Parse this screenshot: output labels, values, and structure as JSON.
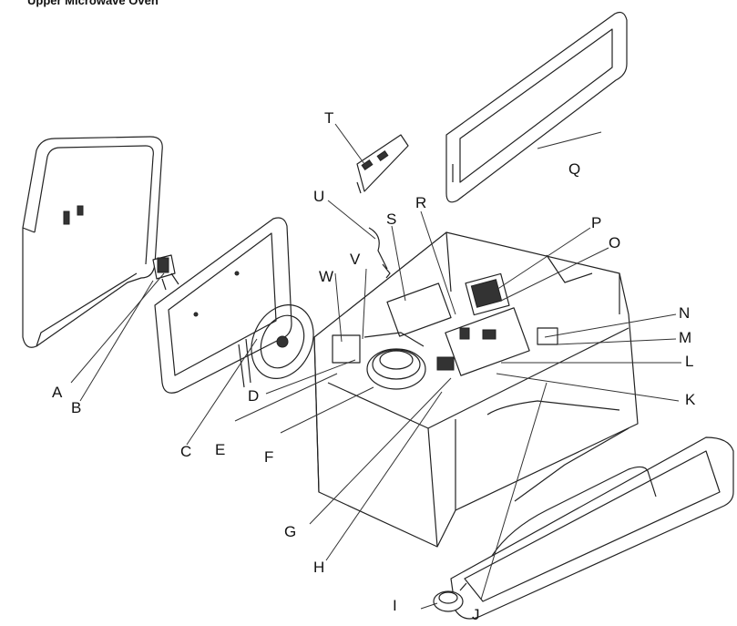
{
  "title": "Upper Microwave Oven",
  "callouts": {
    "A": "A",
    "B": "B",
    "C": "C",
    "D": "D",
    "E": "E",
    "F": "F",
    "G": "G",
    "H": "H",
    "I": "I",
    "J": "J",
    "K": "K",
    "L": "L",
    "M": "M",
    "N": "N",
    "O": "O",
    "P": "P",
    "Q": "Q",
    "R": "R",
    "S": "S",
    "T": "T",
    "U": "U",
    "V": "V",
    "W": "W"
  }
}
